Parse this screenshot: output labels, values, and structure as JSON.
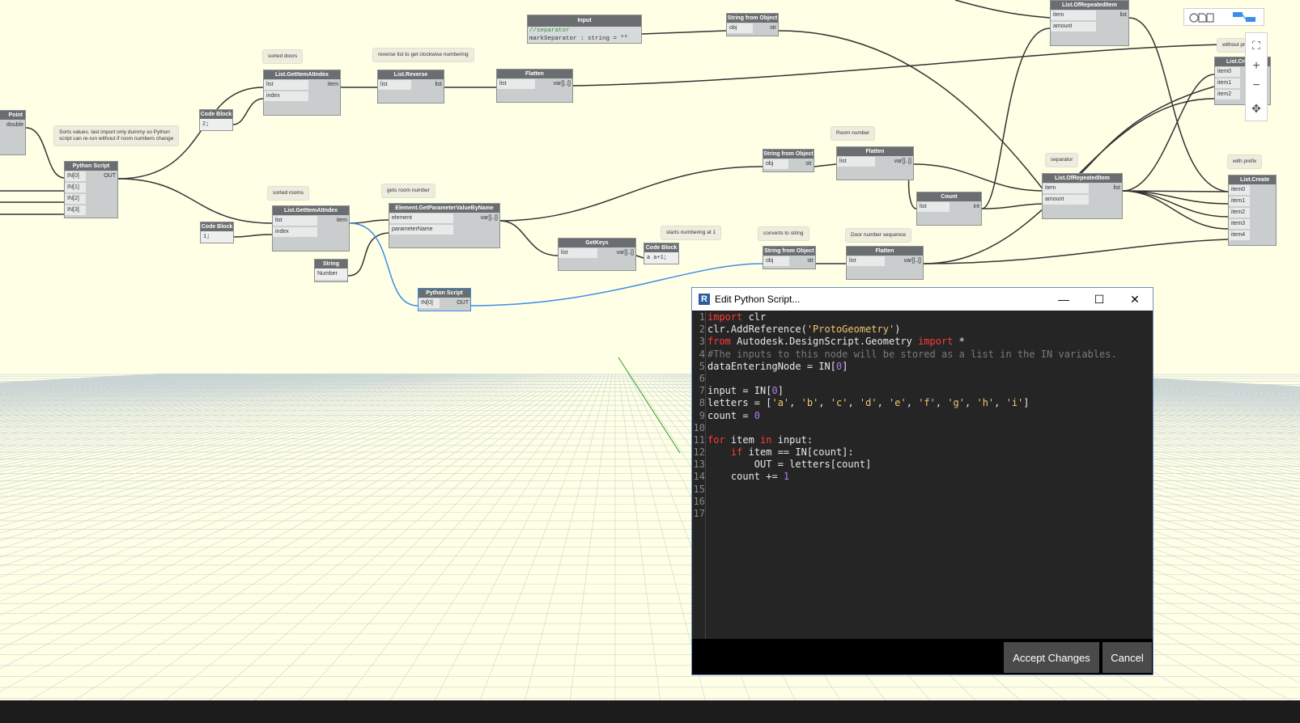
{
  "nodes": {
    "point": {
      "title": "Point",
      "port_out": "double"
    },
    "python_script_main": {
      "title": "Python Script",
      "inputs": [
        "IN[0]",
        "IN[1]",
        "IN[2]",
        "IN[3]"
      ],
      "output": "OUT"
    },
    "code_block_1": {
      "title": "Code Block",
      "code": "2;"
    },
    "code_block_2": {
      "title": "Code Block",
      "code": "1;"
    },
    "get_item_doors": {
      "title": "List.GetItemAtIndex",
      "inputs": [
        "list",
        "index"
      ],
      "output": "item"
    },
    "get_item_rooms": {
      "title": "List.GetItemAtIndex",
      "inputs": [
        "list",
        "index"
      ],
      "output": "item"
    },
    "list_reverse": {
      "title": "List.Reverse",
      "input": "list",
      "output": "list"
    },
    "flatten_1": {
      "title": "Flatten",
      "input": "list",
      "output": "var[]..[]"
    },
    "flatten_2": {
      "title": "Flatten",
      "input": "list",
      "output": "var[]..[]"
    },
    "flatten_3": {
      "title": "Flatten",
      "input": "list",
      "output": "var[]..[]"
    },
    "input_node": {
      "title": "Input",
      "line1": "//separator",
      "line2": "markSeparator : string = \"\""
    },
    "str_from_obj_1": {
      "title": "String from Object",
      "input": "obj",
      "output": "str"
    },
    "str_from_obj_2": {
      "title": "String from Object",
      "input": "obj",
      "output": "str"
    },
    "str_from_obj_3": {
      "title": "String from Object",
      "input": "obj",
      "output": "str"
    },
    "get_param": {
      "title": "Element.GetParameterValueByName",
      "inputs": [
        "element",
        "parameterName"
      ],
      "output": "var[]..[]"
    },
    "string_node": {
      "title": "String",
      "port": "Number"
    },
    "python_script_small": {
      "title": "Python Script",
      "input": "IN[0]",
      "output": "OUT"
    },
    "get_keys": {
      "title": "GetKeys",
      "input": "list",
      "output": "var[]..[]"
    },
    "code_block_3": {
      "title": "Code Block",
      "input": "a",
      "code": "a+1;"
    },
    "count": {
      "title": "Count",
      "input": "list",
      "output": "int"
    },
    "repeated_1": {
      "title": "List.OfRepeatedItem",
      "inputs": [
        "item",
        "amount"
      ],
      "output": "list"
    },
    "repeated_2": {
      "title": "List.OfRepeatedItem",
      "inputs": [
        "item",
        "amount"
      ],
      "output": "list"
    },
    "list_create_1": {
      "title": "List.Create",
      "inputs": [
        "item0",
        "item1",
        "item2"
      ]
    },
    "list_create_2": {
      "title": "List.Create",
      "inputs": [
        "item0",
        "item1",
        "item2",
        "item3",
        "item4"
      ]
    }
  },
  "notes": {
    "sorts_values": "Sorts values. last import only dummy so Python\nscript can re-run without if room numbers change",
    "sorted_doors": "sorted doors",
    "reverse_list": "reverse list to get clockwise numbering",
    "sorted_rooms": "sorted rooms",
    "gets_room_number": "gets room number",
    "starts_numbering": "starts numbering at 1",
    "converts_to_string": "converts to string",
    "room_number": "Room number",
    "door_number_seq": "Door number sequence",
    "separator": "separator",
    "without_prefix": "without pr",
    "with_prefix": "with prefix"
  },
  "editor": {
    "title": "Edit Python Script...",
    "accept_label": "Accept Changes",
    "cancel_label": "Cancel",
    "line_numbers": [
      "1",
      "2",
      "3",
      "4",
      "5",
      "6",
      "7",
      "8",
      "9",
      "10",
      "11",
      "12",
      "13",
      "14",
      "15",
      "16",
      "17"
    ],
    "code_lines": [
      "import clr",
      "clr.AddReference('ProtoGeometry')",
      "from Autodesk.DesignScript.Geometry import *",
      "#The inputs to this node will be stored as a list in the IN variables.",
      "dataEnteringNode = IN[0]",
      "",
      "input = IN[0]",
      "letters = ['a', 'b', 'c', 'd', 'e', 'f', 'g', 'h', 'i']",
      "count = 0",
      "",
      "for item in input:",
      "    if item == IN[count]:",
      "        OUT = letters[count]",
      "    count += 1",
      "",
      "",
      ""
    ]
  },
  "toolbar": {
    "icons": [
      "geometry-view-icon",
      "graph-view-icon",
      "zoom-fit-icon",
      "zoom-in-icon",
      "zoom-out-icon",
      "pan-icon"
    ]
  },
  "colors": {
    "canvas": "#ffffe6",
    "node_header": "#6a6e70",
    "selected_wire": "#3a8ee6",
    "wire": "#333333"
  }
}
